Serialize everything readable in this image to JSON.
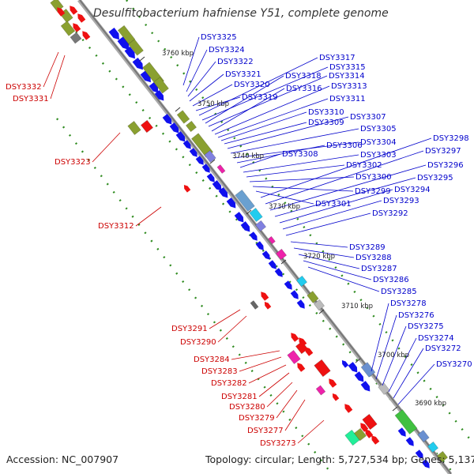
{
  "title": "Desulfitobacterium hafniense Y51, complete genome",
  "footer": {
    "accession": "Accession: NC_007907",
    "topology": "Topology: circular; Length: 5,727,534 bp; Genes: 5,137"
  },
  "colors": {
    "backbone": "#8a8a8a",
    "forward_label": "#0000cc",
    "reverse_label": "#cc0000",
    "tick": "#2e8b1f",
    "olive": "#8aa030",
    "blue": "#1010ee",
    "red": "#ee1111",
    "magenta": "#ee22aa",
    "cyan": "#22ccee",
    "gray": "#999999"
  },
  "kbp_marks": [
    "3760 kbp",
    "3750 kbp",
    "3740 kbp",
    "3730 kbp",
    "3720 kbp",
    "3710 kbp",
    "3700 kbp",
    "3690 kbp"
  ],
  "forward_labels": [
    "DSY3325",
    "DSY3324",
    "DSY3322",
    "DSY3321",
    "DSY3320",
    "DSY3319",
    "DSY3317",
    "DSY3315",
    "DSY3318",
    "DSY3314",
    "DSY3316",
    "DSY3313",
    "DSY3311",
    "DSY3310",
    "DSY3309",
    "DSY3307",
    "DSY3305",
    "DSY3304",
    "DSY3306",
    "DSY3308",
    "DSY3303",
    "DSY3302",
    "DSY3300",
    "DSY3299",
    "DSY3301",
    "DSY3298",
    "DSY3297",
    "DSY3296",
    "DSY3295",
    "DSY3294",
    "DSY3293",
    "DSY3292",
    "DSY3289",
    "DSY3288",
    "DSY3287",
    "DSY3286",
    "DSY3285",
    "DSY3278",
    "DSY3276",
    "DSY3275",
    "DSY3274",
    "DSY3272",
    "DSY3270"
  ],
  "reverse_labels": [
    "DSY3332",
    "DSY3331",
    "DSY3323",
    "DSY3312",
    "DSY3291",
    "DSY3290",
    "DSY3284",
    "DSY3283",
    "DSY3282",
    "DSY3281",
    "DSY3280",
    "DSY3279",
    "DSY3277",
    "DSY3273"
  ]
}
